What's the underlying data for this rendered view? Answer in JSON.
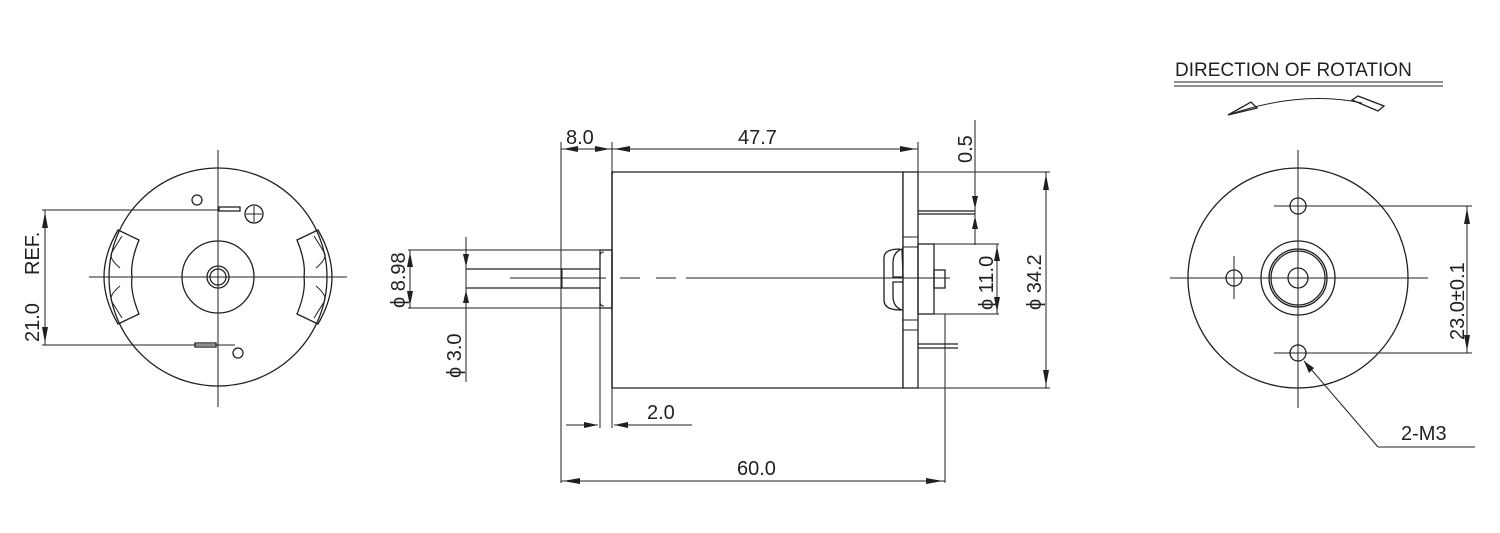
{
  "drawing": {
    "type": "DC motor outline dimension drawing",
    "views": [
      "rear-view",
      "side-view",
      "front-view"
    ],
    "line_color": "#231f20",
    "background": "#ffffff"
  },
  "rear_view": {
    "terminal_spacing_label": "21.0 REF.",
    "terminal_spacing_value": "21.0",
    "terminal_spacing_suffix": "REF.",
    "polarity_symbol": "+"
  },
  "side_view": {
    "dims": {
      "shaft_length": "8.0",
      "body_length": "47.7",
      "terminal_offset": "0.5",
      "bearing_boss_diameter": "ϕ 11.0",
      "body_diameter": "ϕ 34.2",
      "front_boss_diameter": "ϕ 8.98",
      "shaft_diameter": "ϕ 3.0",
      "front_boss_length": "2.0",
      "overall_length": "60.0"
    }
  },
  "front_view": {
    "direction_title": "DIRECTION OF ROTATION",
    "hole_spacing": "23.0±0.1",
    "mounting_holes": "2-M3"
  }
}
